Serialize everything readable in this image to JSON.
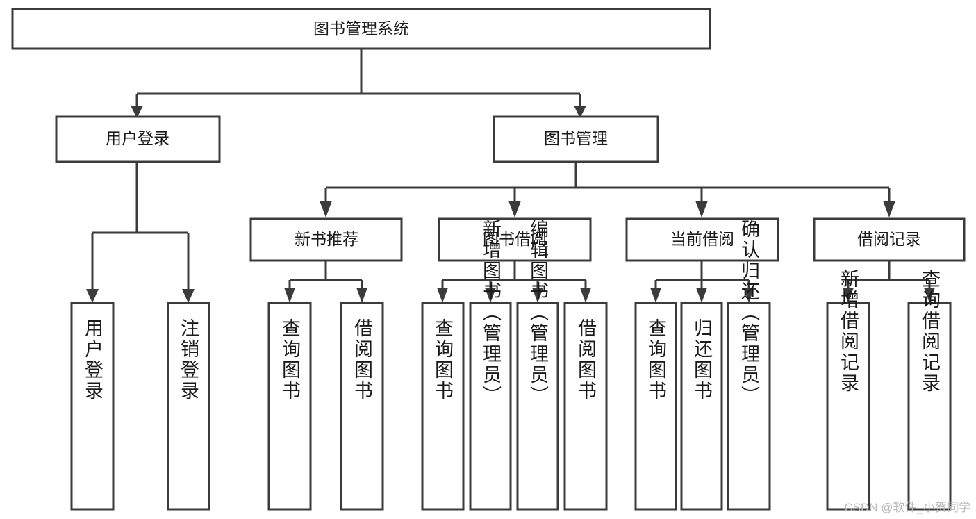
{
  "diagram": {
    "type": "hierarchy-tree",
    "title": "图书管理系统",
    "levels": 4,
    "root": {
      "id": "root",
      "label": "图书管理系统",
      "orientation": "horizontal"
    },
    "level2": [
      {
        "id": "user-login",
        "label": "用户登录",
        "orientation": "horizontal"
      },
      {
        "id": "book-management",
        "label": "图书管理",
        "orientation": "horizontal"
      }
    ],
    "level3": [
      {
        "id": "new-book-recommend",
        "label": "新书推荐",
        "orientation": "horizontal",
        "parent": "book-management"
      },
      {
        "id": "book-borrow",
        "label": "图书借阅",
        "orientation": "horizontal",
        "parent": "book-management"
      },
      {
        "id": "current-borrow",
        "label": "当前借阅",
        "orientation": "horizontal",
        "parent": "book-management"
      },
      {
        "id": "borrow-record",
        "label": "借阅记录",
        "orientation": "horizontal",
        "parent": "book-management"
      }
    ],
    "leaves": [
      {
        "id": "leaf-user-login",
        "label": "用户登录",
        "parent": "user-login",
        "orientation": "vertical"
      },
      {
        "id": "leaf-user-logout",
        "label": "注销登录",
        "parent": "user-login",
        "orientation": "vertical"
      },
      {
        "id": "leaf-query-book-1",
        "label": "查询图书",
        "parent": "new-book-recommend",
        "orientation": "vertical"
      },
      {
        "id": "leaf-borrow-book-1",
        "label": "借阅图书",
        "parent": "new-book-recommend",
        "orientation": "vertical"
      },
      {
        "id": "leaf-query-book-2",
        "label": "查询图书",
        "parent": "book-borrow",
        "orientation": "vertical"
      },
      {
        "id": "leaf-add-book",
        "label": "新增图书（管理员）",
        "parent": "book-borrow",
        "orientation": "vertical"
      },
      {
        "id": "leaf-edit-book",
        "label": "编辑图书（管理员）",
        "parent": "book-borrow",
        "orientation": "vertical"
      },
      {
        "id": "leaf-borrow-book-2",
        "label": "借阅图书",
        "parent": "book-borrow",
        "orientation": "vertical"
      },
      {
        "id": "leaf-query-book-3",
        "label": "查询图书",
        "parent": "current-borrow",
        "orientation": "vertical"
      },
      {
        "id": "leaf-return-book",
        "label": "归还图书",
        "parent": "current-borrow",
        "orientation": "vertical"
      },
      {
        "id": "leaf-confirm-return",
        "label": "确认归还（管理员）",
        "parent": "current-borrow",
        "orientation": "vertical"
      },
      {
        "id": "leaf-add-record",
        "label": "新增借阅记录",
        "parent": "borrow-record",
        "orientation": "vertical"
      },
      {
        "id": "leaf-query-record",
        "label": "查询借阅记录",
        "parent": "borrow-record",
        "orientation": "vertical"
      }
    ],
    "colors": {
      "stroke": "#3b3b3b",
      "fill": "#ffffff",
      "text": "#1a1a1a",
      "watermark": "#b9b9b9"
    }
  },
  "watermark": {
    "text": "CSDN @软件_小贺同学"
  }
}
